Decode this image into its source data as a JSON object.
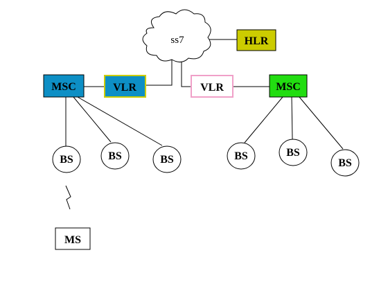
{
  "diagram": {
    "cloud": {
      "label": "ss7"
    },
    "hlr": {
      "label": "HLR",
      "color": "#cccc00"
    },
    "left_msc": {
      "label": "MSC",
      "color": "#0d8fc5"
    },
    "left_vlr": {
      "label": "VLR",
      "color": "#0d8fc5",
      "border": "#cccc00"
    },
    "right_vlr": {
      "label": "VLR",
      "color": "#ffffff",
      "border": "#f0a0c8"
    },
    "right_msc": {
      "label": "MSC",
      "color": "#22dd11"
    },
    "left_bs": [
      {
        "label": "BS"
      },
      {
        "label": "BS"
      },
      {
        "label": "BS"
      }
    ],
    "right_bs": [
      {
        "label": "BS"
      },
      {
        "label": "BS"
      },
      {
        "label": "BS"
      }
    ],
    "ms": {
      "label": "MS"
    }
  }
}
